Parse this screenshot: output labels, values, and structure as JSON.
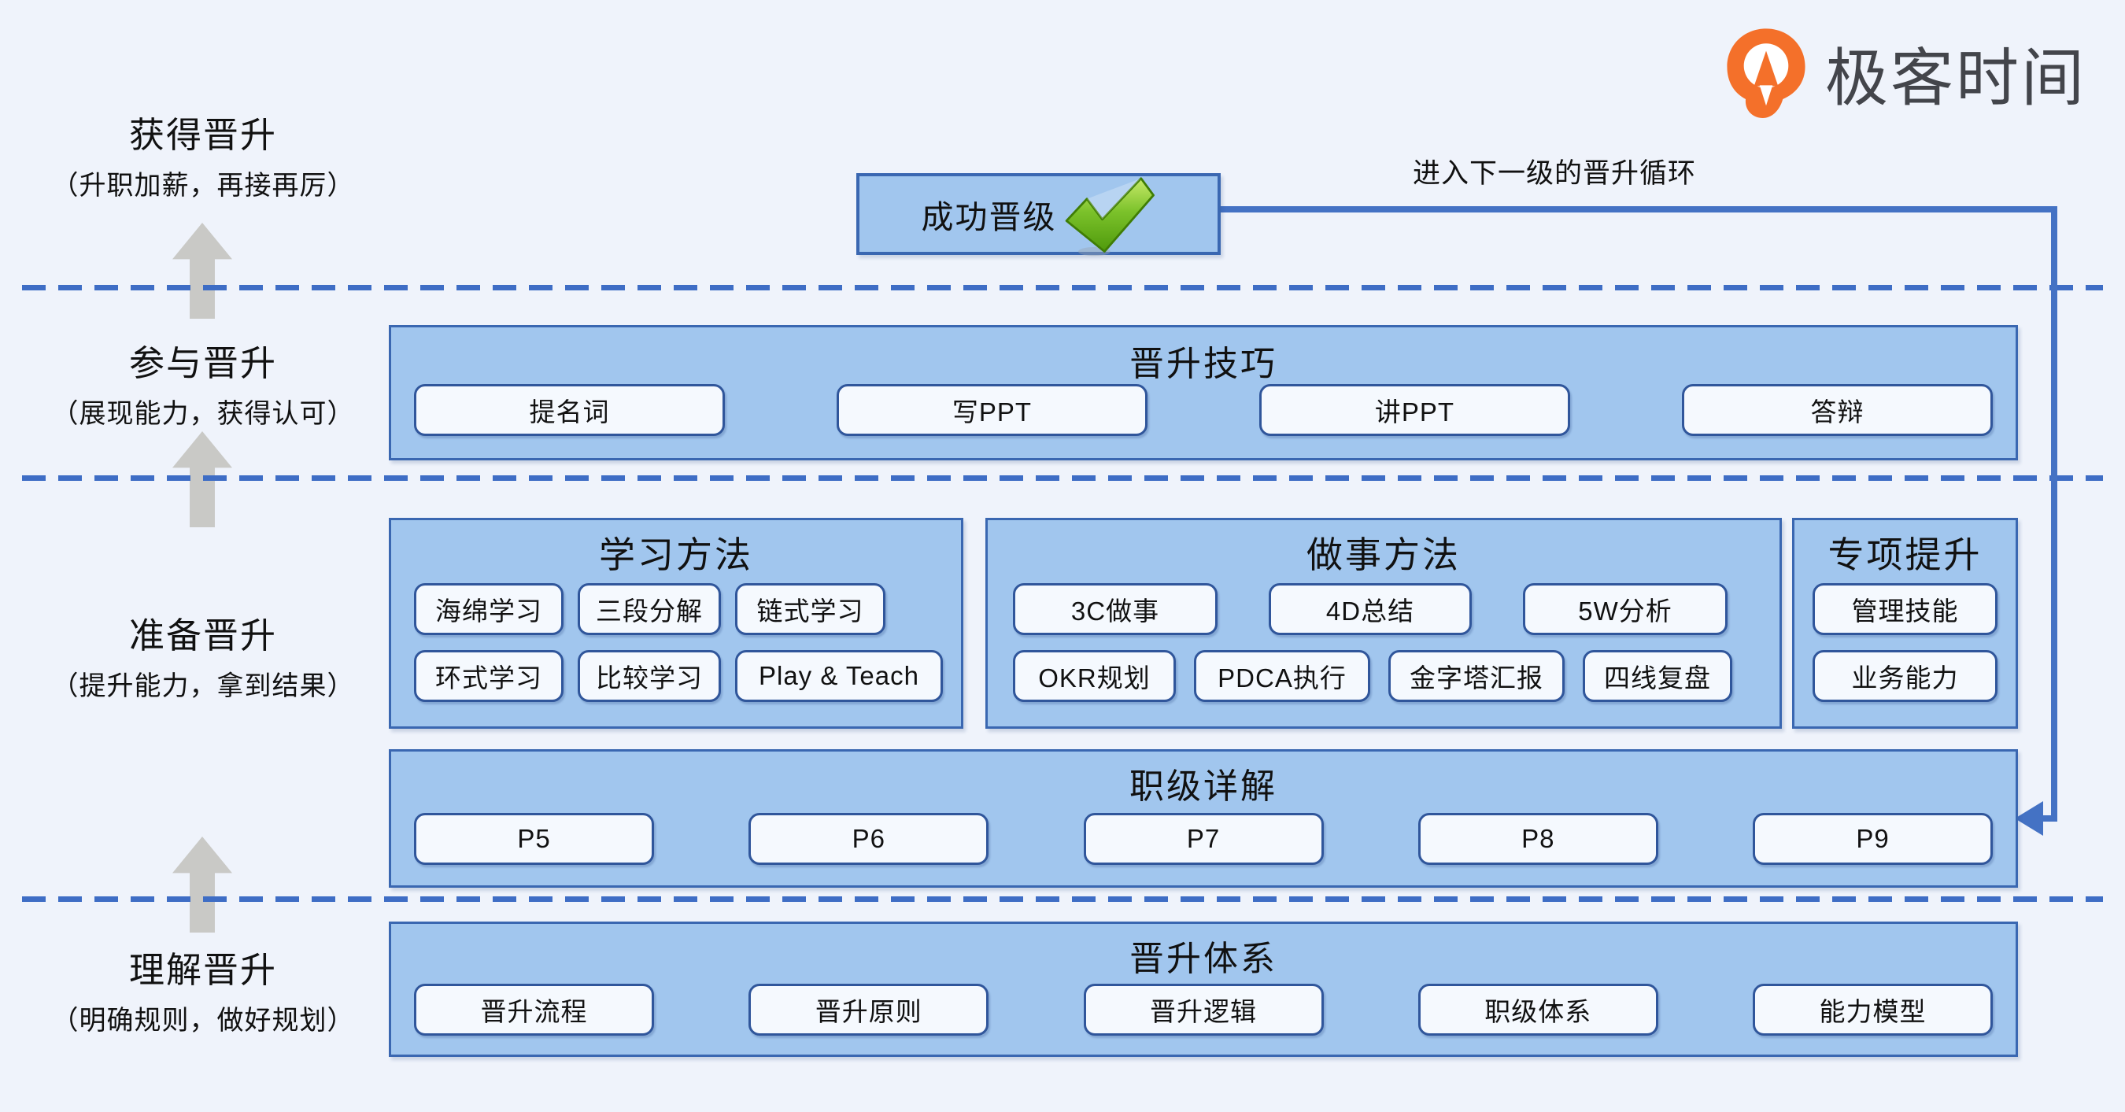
{
  "logo": {
    "brand": "极客时间",
    "icon": "geektime-pin-icon"
  },
  "loop_label": "进入下一级的晋升循环",
  "success": {
    "label": "成功晋级",
    "icon": "green-check"
  },
  "stages": [
    {
      "name": "获得晋升",
      "desc": "（升职加薪，再接再厉）"
    },
    {
      "name": "参与晋升",
      "desc": "（展现能力，获得认可）"
    },
    {
      "name": "准备晋升",
      "desc": "（提升能力，拿到结果）"
    },
    {
      "name": "理解晋升",
      "desc": "（明确规则，做好规划）"
    }
  ],
  "panels": {
    "skills": {
      "title": "晋升技巧",
      "items": [
        "提名词",
        "写PPT",
        "讲PPT",
        "答辩"
      ]
    },
    "learning": {
      "title": "学习方法",
      "row1": [
        "海绵学习",
        "三段分解",
        "链式学习"
      ],
      "row2": [
        "环式学习",
        "比较学习",
        "Play & Teach"
      ]
    },
    "doing": {
      "title": "做事方法",
      "row1": [
        "3C做事",
        "4D总结",
        "5W分析"
      ],
      "row2": [
        "OKR规划",
        "PDCA执行",
        "金字塔汇报",
        "四线复盘"
      ]
    },
    "special": {
      "title": "专项提升",
      "items": [
        "管理技能",
        "业务能力"
      ]
    },
    "levels": {
      "title": "职级详解",
      "items": [
        "P5",
        "P6",
        "P7",
        "P8",
        "P9"
      ]
    },
    "system": {
      "title": "晋升体系",
      "items": [
        "晋升流程",
        "晋升原则",
        "晋升逻辑",
        "职级体系",
        "能力模型"
      ]
    }
  },
  "colors": {
    "background": "#EFF3FB",
    "panel_fill": "#A1C6EE",
    "panel_border": "#3A67B1",
    "chip_fill": "#F5F9FE",
    "chip_border": "#30569B",
    "dashed_line": "#3E6DC5",
    "loop_line": "#4472C4",
    "arrow_gray": "#C9C9C6",
    "logo_orange": "#F4702A",
    "check_green": "#63AC1B"
  }
}
